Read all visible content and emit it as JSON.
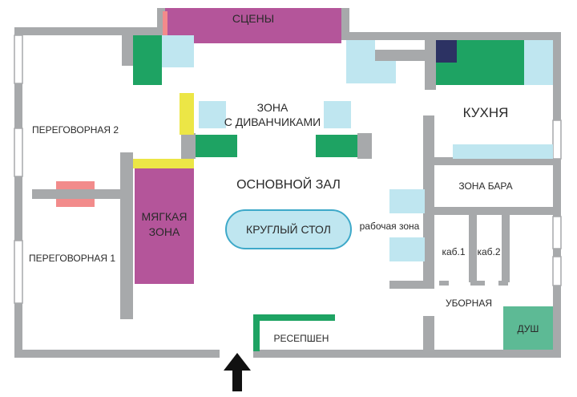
{
  "labels": {
    "stage": "СЦЕНЫ",
    "sofa_zone_line1": "ЗОНА",
    "sofa_zone_line2": "С ДИВАНЧИКАМИ",
    "kitchen": "КУХНЯ",
    "meeting_room_2": "ПЕРЕГОВОРНАЯ 2",
    "meeting_room_1": "ПЕРЕГОВОРНАЯ 1",
    "main_hall": "ОСНОВНОЙ ЗАЛ",
    "soft_zone_line1": "МЯГКАЯ",
    "soft_zone_line2": "ЗОНА",
    "round_table": "КРУГЛЫЙ СТОЛ",
    "work_zone": "рабочая зона",
    "bar_zone": "ЗОНА БАРА",
    "booth_1": "каб.1",
    "booth_2": "каб.2",
    "restroom": "УБОРНАЯ",
    "shower": "ДУШ",
    "reception": "РЕСЕПШЕН"
  },
  "colors": {
    "wall": "#a7a9ab",
    "stage": "#b4559a",
    "soft_zone": "#b4559a",
    "furniture_blue": "#bfe6f0",
    "furniture_green": "#1ea363",
    "yellow": "#ece646",
    "pink": "#f28b8b",
    "navy": "#2c3263",
    "shower": "#5dba95",
    "arrow": "#111111"
  },
  "icons": {
    "entrance": "arrow-up-icon"
  }
}
